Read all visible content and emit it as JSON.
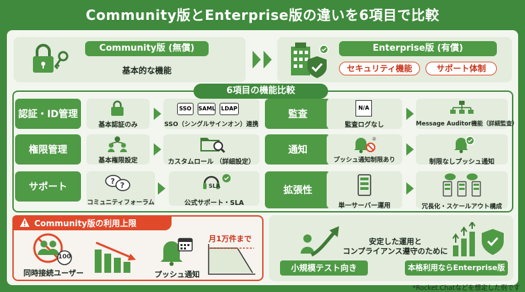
{
  "title": "Community版とEnterprise版の違いを6項目で比較",
  "top": {
    "community": {
      "title": "Community版 (無償)",
      "desc": "基本的な機能"
    },
    "enterprise": {
      "title": "Enterprise版 (有償)",
      "tag1": "セキュリティ機能",
      "tag2": "サポート体制"
    }
  },
  "compare": {
    "header": "6項目の機能比較",
    "rows": [
      {
        "label": "認証・ID管理",
        "community": "基本認証のみ",
        "enterprise": "SSO（シングルサインオン）連携",
        "badges": [
          "SSO",
          "SAML",
          "LDAP"
        ]
      },
      {
        "label": "権限管理",
        "community": "基本権限設定",
        "enterprise": "カスタムロール （詳細設定）"
      },
      {
        "label": "サポート",
        "community": "コミュニティフォーラム",
        "enterprise": "公式サポート・SLA",
        "sla": "SLA"
      },
      {
        "label": "監査",
        "community": "監査ログなし",
        "enterprise": "Message Auditor機能（詳細監査）",
        "na": "N/A"
      },
      {
        "label": "通知",
        "community": "プッシュ通知制限あり",
        "enterprise": "制限なしプッシュ通知"
      },
      {
        "label": "拡張性",
        "community": "単一サーバー運用",
        "enterprise": "冗長化・スケールアウト構成"
      }
    ]
  },
  "limits": {
    "header": "Community版の利用上限",
    "users_label": "同時接続ユーザー",
    "users_badge": "100",
    "push_label": "プッシュ通知",
    "monthly": "月1万件まで"
  },
  "recommend": {
    "line1": "安定した運用と",
    "line2": "コンプライアンス遵守のために",
    "small": "小規模テスト向き",
    "enterprise": "本格利用ならEnterprise版"
  },
  "footnote": "*Rocket.Chatなどを想定した例です",
  "colors": {
    "green": "#4f9a45",
    "dark_green": "#3f8a3c",
    "red": "#e04a2a"
  }
}
